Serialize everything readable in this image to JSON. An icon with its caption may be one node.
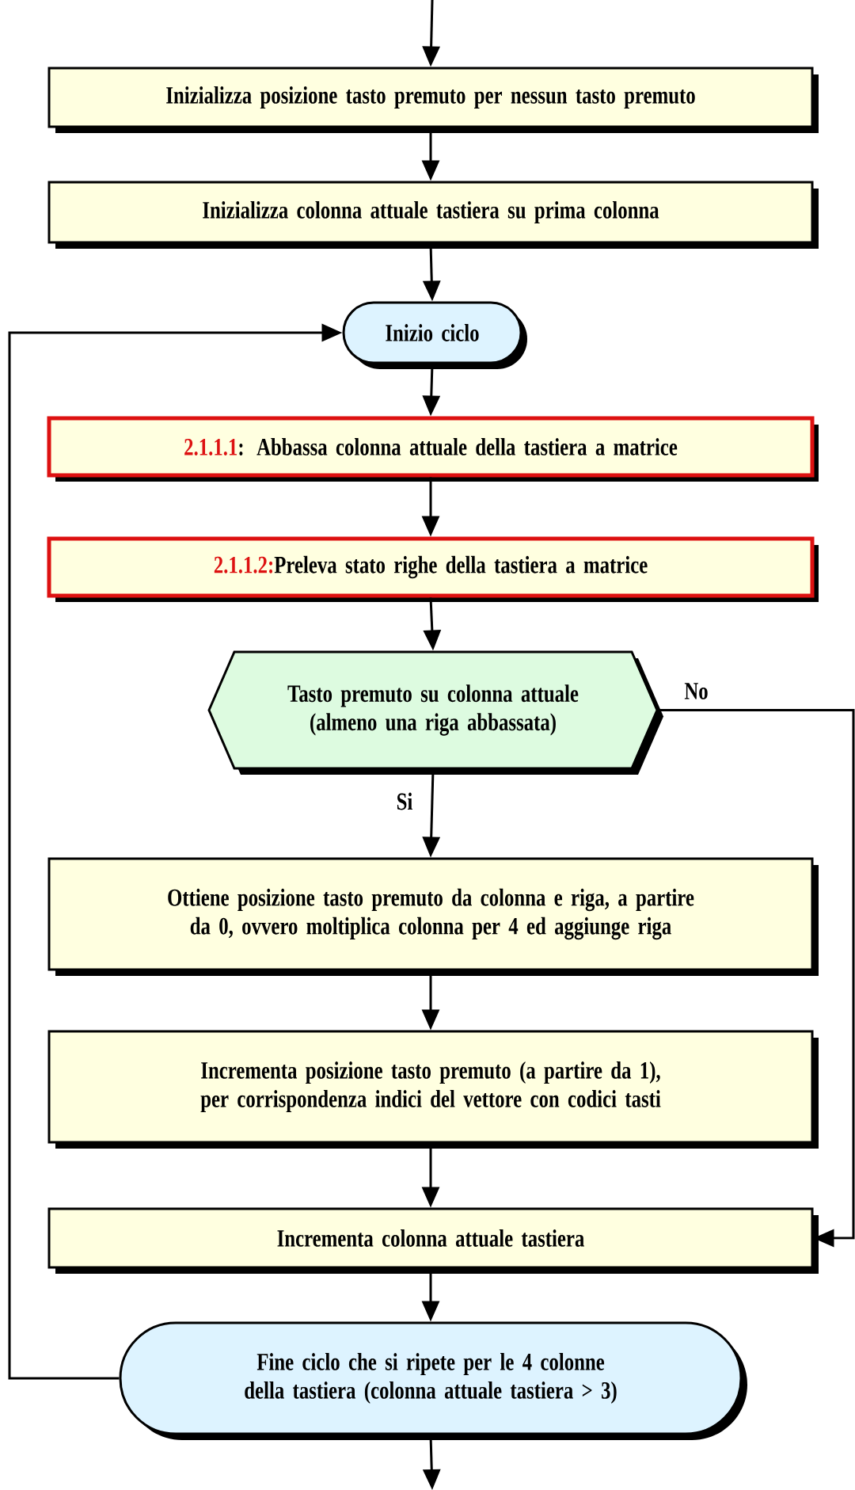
{
  "diagram": {
    "nodes": [
      {
        "text": [
          "Inizializza posizione tasto premuto per nessun tasto premuto"
        ]
      },
      {
        "text": [
          "Inizializza colonna attuale tastiera su prima colonna"
        ]
      },
      {
        "text": [
          "Inizio ciclo"
        ]
      },
      {
        "text": [
          "2.1.1.1",
          ": Abbassa colonna attuale della tastiera a matrice"
        ]
      },
      {
        "text": [
          "2.1.1.2:",
          "Preleva stato righe della tastiera a matrice"
        ]
      },
      {
        "text": [
          "Tasto premuto su colonna attuale (almeno una riga abbassata)"
        ]
      },
      {
        "text": [
          "Ottiene posizione tasto premuto da colonna e riga, a partire da 0, ovvero moltiplica colonna per 4 ed aggiunge riga"
        ]
      },
      {
        "text": [
          "Incrementa posizione tasto premuto (a partire da 1), per corrispondenza indici del vettore con codici tasti"
        ]
      },
      {
        "text": [
          "Incrementa colonna attuale tastiera"
        ]
      },
      {
        "text": [
          "Fine ciclo che si ripete per le 4 colonne della tastiera (colonna attuale tastiera > 3)"
        ]
      }
    ],
    "edges": [
      {
        "from": null,
        "to": 0,
        "arrow": "to"
      },
      {
        "from": 0,
        "to": 1,
        "arrow": "to"
      },
      {
        "from": 1,
        "to": 2,
        "arrow": "to"
      },
      {
        "from": 2,
        "to": 3,
        "arrow": "to"
      },
      {
        "from": 3,
        "to": 4,
        "arrow": "to"
      },
      {
        "from": 4,
        "to": 5,
        "arrow": "to"
      },
      {
        "from": 5,
        "to": 6,
        "arrow": "to",
        "label": "Si"
      },
      {
        "from": 5,
        "to": 8,
        "arrow": "to",
        "label": "No"
      },
      {
        "from": 6,
        "to": 7,
        "arrow": "to"
      },
      {
        "from": 7,
        "to": 8,
        "arrow": "to"
      },
      {
        "from": 8,
        "to": 9,
        "arrow": "to"
      },
      {
        "from": 9,
        "to": 2,
        "arrow": "to"
      },
      {
        "from": 9,
        "to": null,
        "arrow": "to"
      }
    ]
  }
}
